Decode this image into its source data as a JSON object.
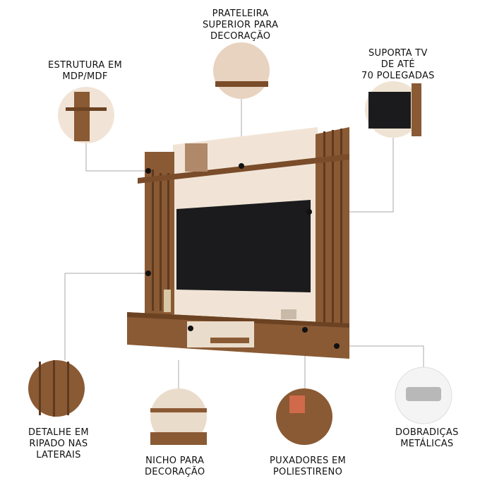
{
  "callouts": {
    "shelf": [
      "PRATELEIRA",
      "SUPERIOR PARA",
      "DECORAÇÃO"
    ],
    "structure": [
      "ESTRUTURA EM",
      "MDP/MDF"
    ],
    "tv": [
      "SUPORTA TV",
      "DE ATÉ",
      "70 POLEGADAS"
    ],
    "slats": [
      "DETALHE EM",
      "RIPADO NAS",
      "LATERAIS"
    ],
    "niche": [
      "NICHO PARA",
      "DECORAÇÃO"
    ],
    "handles": [
      "PUXADORES EM",
      "POLIESTIRENO"
    ],
    "hinges": [
      "DOBRADIÇAS",
      "METÁLICAS"
    ]
  },
  "colors": {
    "wood": "#8a5a34",
    "wood_dark": "#5e3a1f",
    "panel": "#f1e4d6",
    "tv": "#1b1b1d",
    "line": "#9a9a9a"
  }
}
